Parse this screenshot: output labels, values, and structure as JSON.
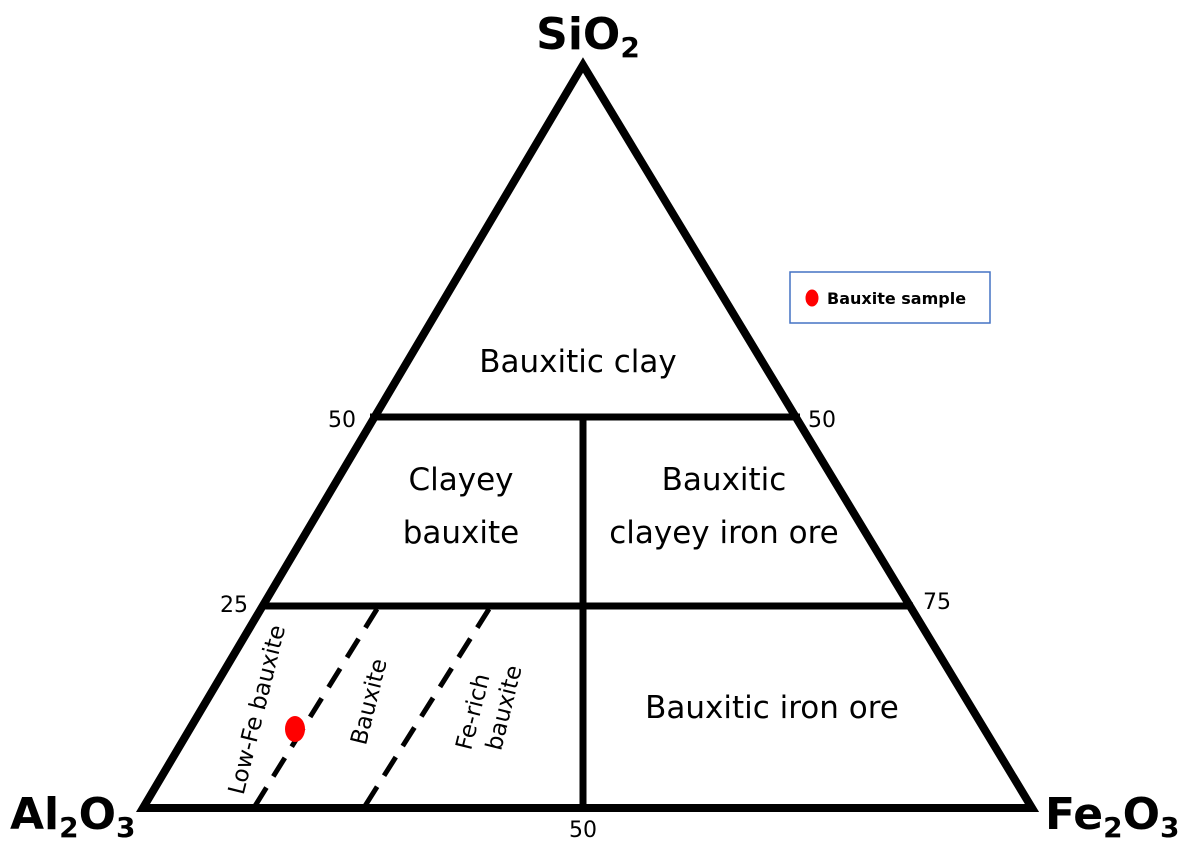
{
  "vertices": {
    "top": {
      "main": "SiO",
      "sub": "2",
      "tail": ""
    },
    "left": {
      "main": "Al",
      "sub": "2",
      "tail": "O",
      "sub2": "3"
    },
    "right": {
      "main": "Fe",
      "sub": "2",
      "tail": "O",
      "sub2": "3"
    }
  },
  "ticks": {
    "left_50": "50",
    "right_50": "50",
    "left_25": "25",
    "right_75": "75",
    "bottom_50": "50"
  },
  "regions": {
    "bauxitic_clay": "Bauxitic clay",
    "clayey_bauxite_l1": "Clayey",
    "clayey_bauxite_l2": "bauxite",
    "bauxitic_clayey_iron_ore_l1": "Bauxitic",
    "bauxitic_clayey_iron_ore_l2": "clayey iron ore",
    "bauxitic_iron_ore": "Bauxitic iron ore",
    "low_fe_bauxite": "Low-Fe bauxite",
    "bauxite": "Bauxite",
    "fe_rich_bauxite_l1": "Fe-rich",
    "fe_rich_bauxite_l2": "bauxite"
  },
  "legend": {
    "label": "Bauxite sample",
    "marker_color": "#ff0000",
    "border_color": "#4472c4"
  },
  "chart_data": {
    "type": "ternary",
    "axes": [
      "SiO2",
      "Al2O3",
      "Fe2O3"
    ],
    "samples": [
      {
        "series": "Bauxite sample",
        "SiO2": 10,
        "Al2O3": 74,
        "Fe2O3": 16,
        "color": "#ff0000"
      }
    ]
  }
}
